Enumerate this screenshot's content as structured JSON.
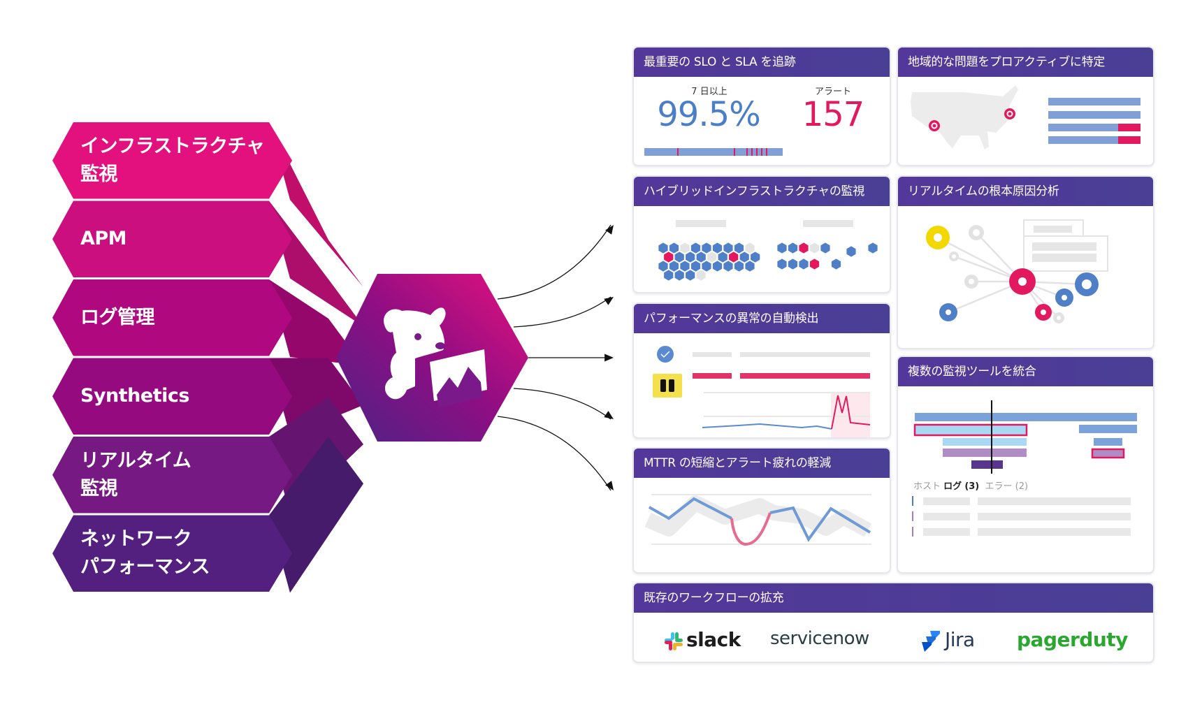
{
  "left_stack": {
    "items": [
      {
        "line1": "インフラストラクチャ",
        "line2": "監視",
        "color": "#e3117e"
      },
      {
        "line1": "APM",
        "line2": "",
        "color": "#cb0f7e"
      },
      {
        "line1": "ログ管理",
        "line2": "",
        "color": "#b0087f"
      },
      {
        "line1": "Synthetics",
        "line2": "",
        "color": "#950a7e"
      },
      {
        "line1": "リアルタイム",
        "line2": "監視",
        "color": "#771983"
      },
      {
        "line1": "ネットワーク",
        "line2": "パフォーマンス",
        "color": "#54207f"
      }
    ]
  },
  "center_logo": {
    "icon": "datadog-dog-icon"
  },
  "cards": {
    "slo": {
      "title": "最重要の SLO と SLA を追跡",
      "period_label": "7 日以上",
      "percent": "99.5%",
      "alert_label": "アラート",
      "alert_count": "157"
    },
    "geo": {
      "title": "地域的な問題をプロアクティブに特定"
    },
    "hybrid": {
      "title": "ハイブリッドインフラストラクチャの監視"
    },
    "rca": {
      "title": "リアルタイムの根本原因分析"
    },
    "anomaly": {
      "title": "パフォーマンスの異常の自動検出"
    },
    "mttr": {
      "title": "MTTR の短縮とアラート疲れの軽減"
    },
    "unify": {
      "title": "複数の監視ツールを統合",
      "tab_hosts": "ホスト",
      "tab_logs": "ログ",
      "tab_logs_count": "(3)",
      "tab_errors": "エラー",
      "tab_errors_count": "(2)"
    },
    "workflow": {
      "title": "既存のワークフローの拡充",
      "logos": [
        "slack",
        "servicenow",
        "Jira",
        "pagerduty"
      ]
    }
  },
  "colors": {
    "pink": "#e3195f",
    "blue": "#4a7fc8",
    "header": "#4e3b97",
    "pagerduty": "#2aa72e"
  }
}
